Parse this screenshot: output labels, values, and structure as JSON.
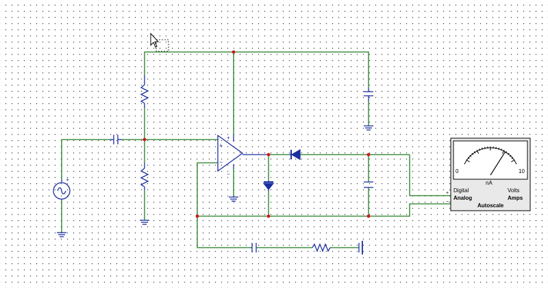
{
  "colors": {
    "wire": "#1f7a1f",
    "component": "#1c2fa0",
    "node": "#d01818",
    "meter_body": "#e9e9e9",
    "meter_face": "#ffffff"
  },
  "opamp": {
    "plus_label": "+",
    "minus_label": "−",
    "supply_plus_label": "+",
    "supply_minus_label": "−"
  },
  "source": {
    "plus_label": "+"
  },
  "meter": {
    "scale_min": "0",
    "scale_max": "10",
    "unit": "nA",
    "mode_digital": "Digital",
    "mode_analog": "Analog",
    "mode_volts": "Volts",
    "mode_amps": "Amps",
    "autoscale": "Autoscale",
    "terminal_plus": "+",
    "terminal_minus": "−",
    "needle_fraction": 0.78
  },
  "icons": {
    "cursor": "mouse-pointer-icon"
  }
}
